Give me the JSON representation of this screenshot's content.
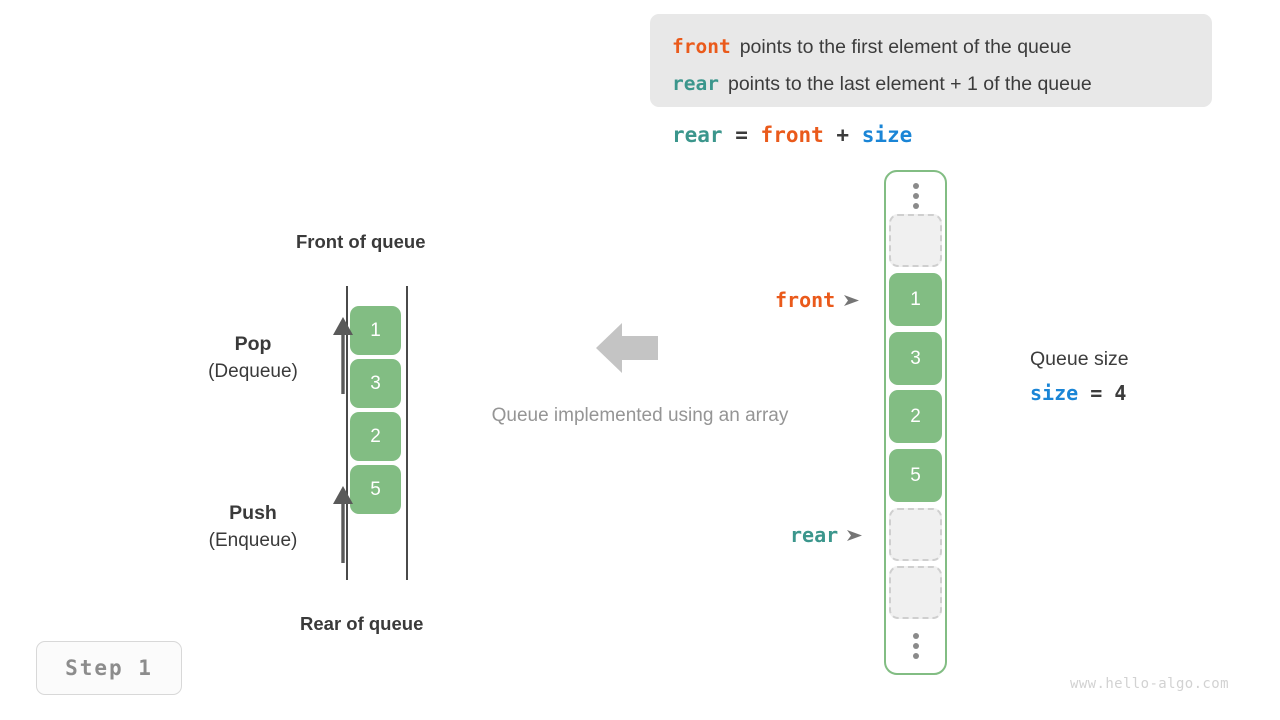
{
  "legend": {
    "rows": [
      {
        "keyword": "front",
        "keyword_color": "#ea5a1b",
        "text": "points to the first element of the queue"
      },
      {
        "keyword": "rear",
        "keyword_color": "#3b968c",
        "text": "points to the last element + 1 of the queue"
      }
    ]
  },
  "formula": {
    "lhs": "rear",
    "eq": "=",
    "rhs1": "front",
    "plus": "+",
    "rhs2": "size"
  },
  "left_queue": {
    "top_label": "Front of queue",
    "bottom_label": "Rear of queue",
    "cells": [
      "1",
      "3",
      "2",
      "5"
    ],
    "operations": [
      {
        "name": "pop",
        "title": "Pop",
        "subtitle": "(Dequeue)"
      },
      {
        "name": "push",
        "title": "Push",
        "subtitle": "(Enqueue)"
      }
    ]
  },
  "center": {
    "caption": "Queue implemented using an array",
    "arrow_direction": "left",
    "arrow_color": "#c4c4c4"
  },
  "array": {
    "slots": [
      {
        "kind": "ellipsis",
        "value": ""
      },
      {
        "kind": "empty",
        "value": ""
      },
      {
        "kind": "filled",
        "value": "1"
      },
      {
        "kind": "filled",
        "value": "3"
      },
      {
        "kind": "filled",
        "value": "2"
      },
      {
        "kind": "filled",
        "value": "5"
      },
      {
        "kind": "empty",
        "value": ""
      },
      {
        "kind": "empty",
        "value": ""
      },
      {
        "kind": "ellipsis",
        "value": ""
      }
    ],
    "pointers": [
      {
        "name": "front",
        "label": "front",
        "color": "#ea5a1b"
      },
      {
        "name": "rear",
        "label": "rear",
        "color": "#3b968c"
      }
    ]
  },
  "size_note": {
    "title": "Queue size",
    "var": "size",
    "eq": "=",
    "value": "4"
  },
  "step_badge": {
    "label": "Step 1"
  },
  "watermark": {
    "text": "www.hello-algo.com"
  },
  "colors": {
    "element_green": "#82bd83",
    "front_orange": "#ea5a1b",
    "rear_teal": "#3b968c",
    "size_blue": "#1a85d6",
    "banner_gray": "#e8e8e8",
    "muted_gray": "#959595"
  }
}
